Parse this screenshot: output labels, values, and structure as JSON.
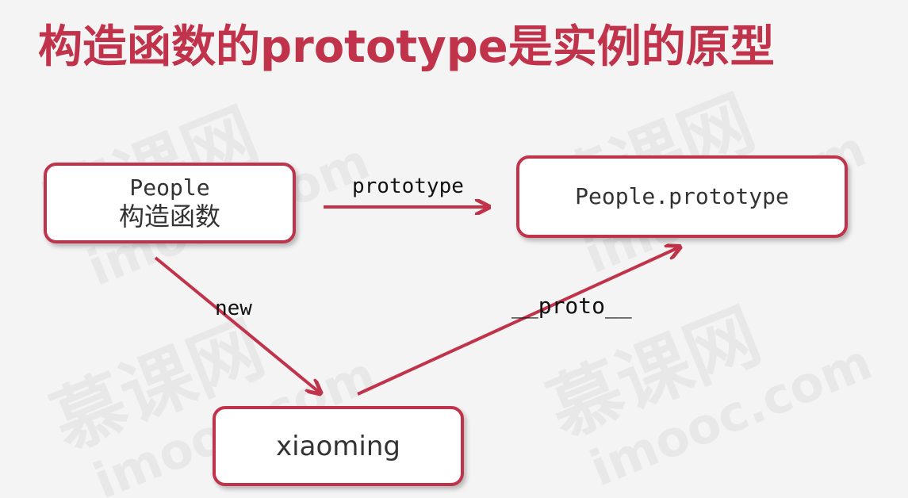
{
  "title": "构造函数的prototype是实例的原型",
  "nodes": {
    "people": {
      "line1": "People",
      "line2": "构造函数"
    },
    "people_prototype": {
      "label": "People.prototype"
    },
    "xiaoming": {
      "label": "xiaoming"
    }
  },
  "edges": {
    "prototype": "prototype",
    "new": "new",
    "proto": "__proto__"
  },
  "watermark": {
    "cn": "慕课网",
    "en": "imooc.com"
  },
  "colors": {
    "accent": "#c0334a",
    "background": "#f4f4f4"
  }
}
